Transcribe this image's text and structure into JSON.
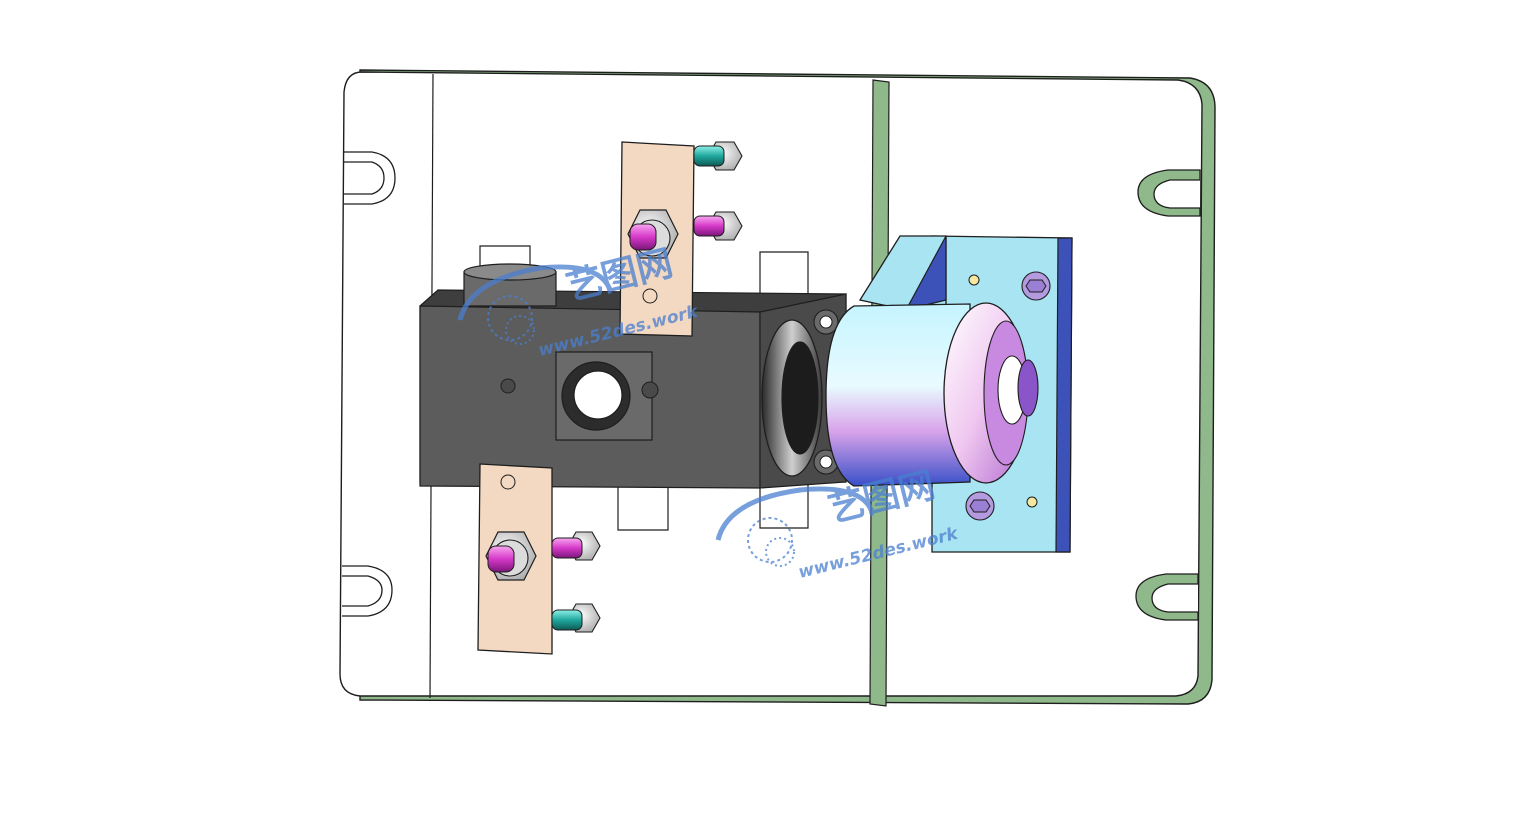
{
  "watermarks": [
    {
      "brand": "艺图网",
      "url": "www.52des.work"
    },
    {
      "brand": "艺图网",
      "url": "www.52des.work"
    }
  ],
  "colors": {
    "background": "#ffffff",
    "plate_edge": "#8fb98a",
    "plate_face": "#ffffff",
    "outline": "#1e1e1e",
    "clamp_face": "#f3d9c2",
    "housing": "#5c5c5c",
    "housing_dark": "#3a3a3a",
    "bracket_light": "#a8e4f2",
    "bracket_dark": "#3d52b8",
    "cylinder_pink": "#e7a3e6",
    "bolt_magenta": "#d638c8",
    "bolt_teal": "#1fa79d",
    "watermark": "#4a7fd0"
  },
  "parts": [
    "base-plate",
    "sub-plate",
    "locating-slot",
    "clamp-strap",
    "bolt",
    "nut",
    "housing-block",
    "bore",
    "bearing-ring",
    "mount-bracket",
    "cylinder-head"
  ]
}
